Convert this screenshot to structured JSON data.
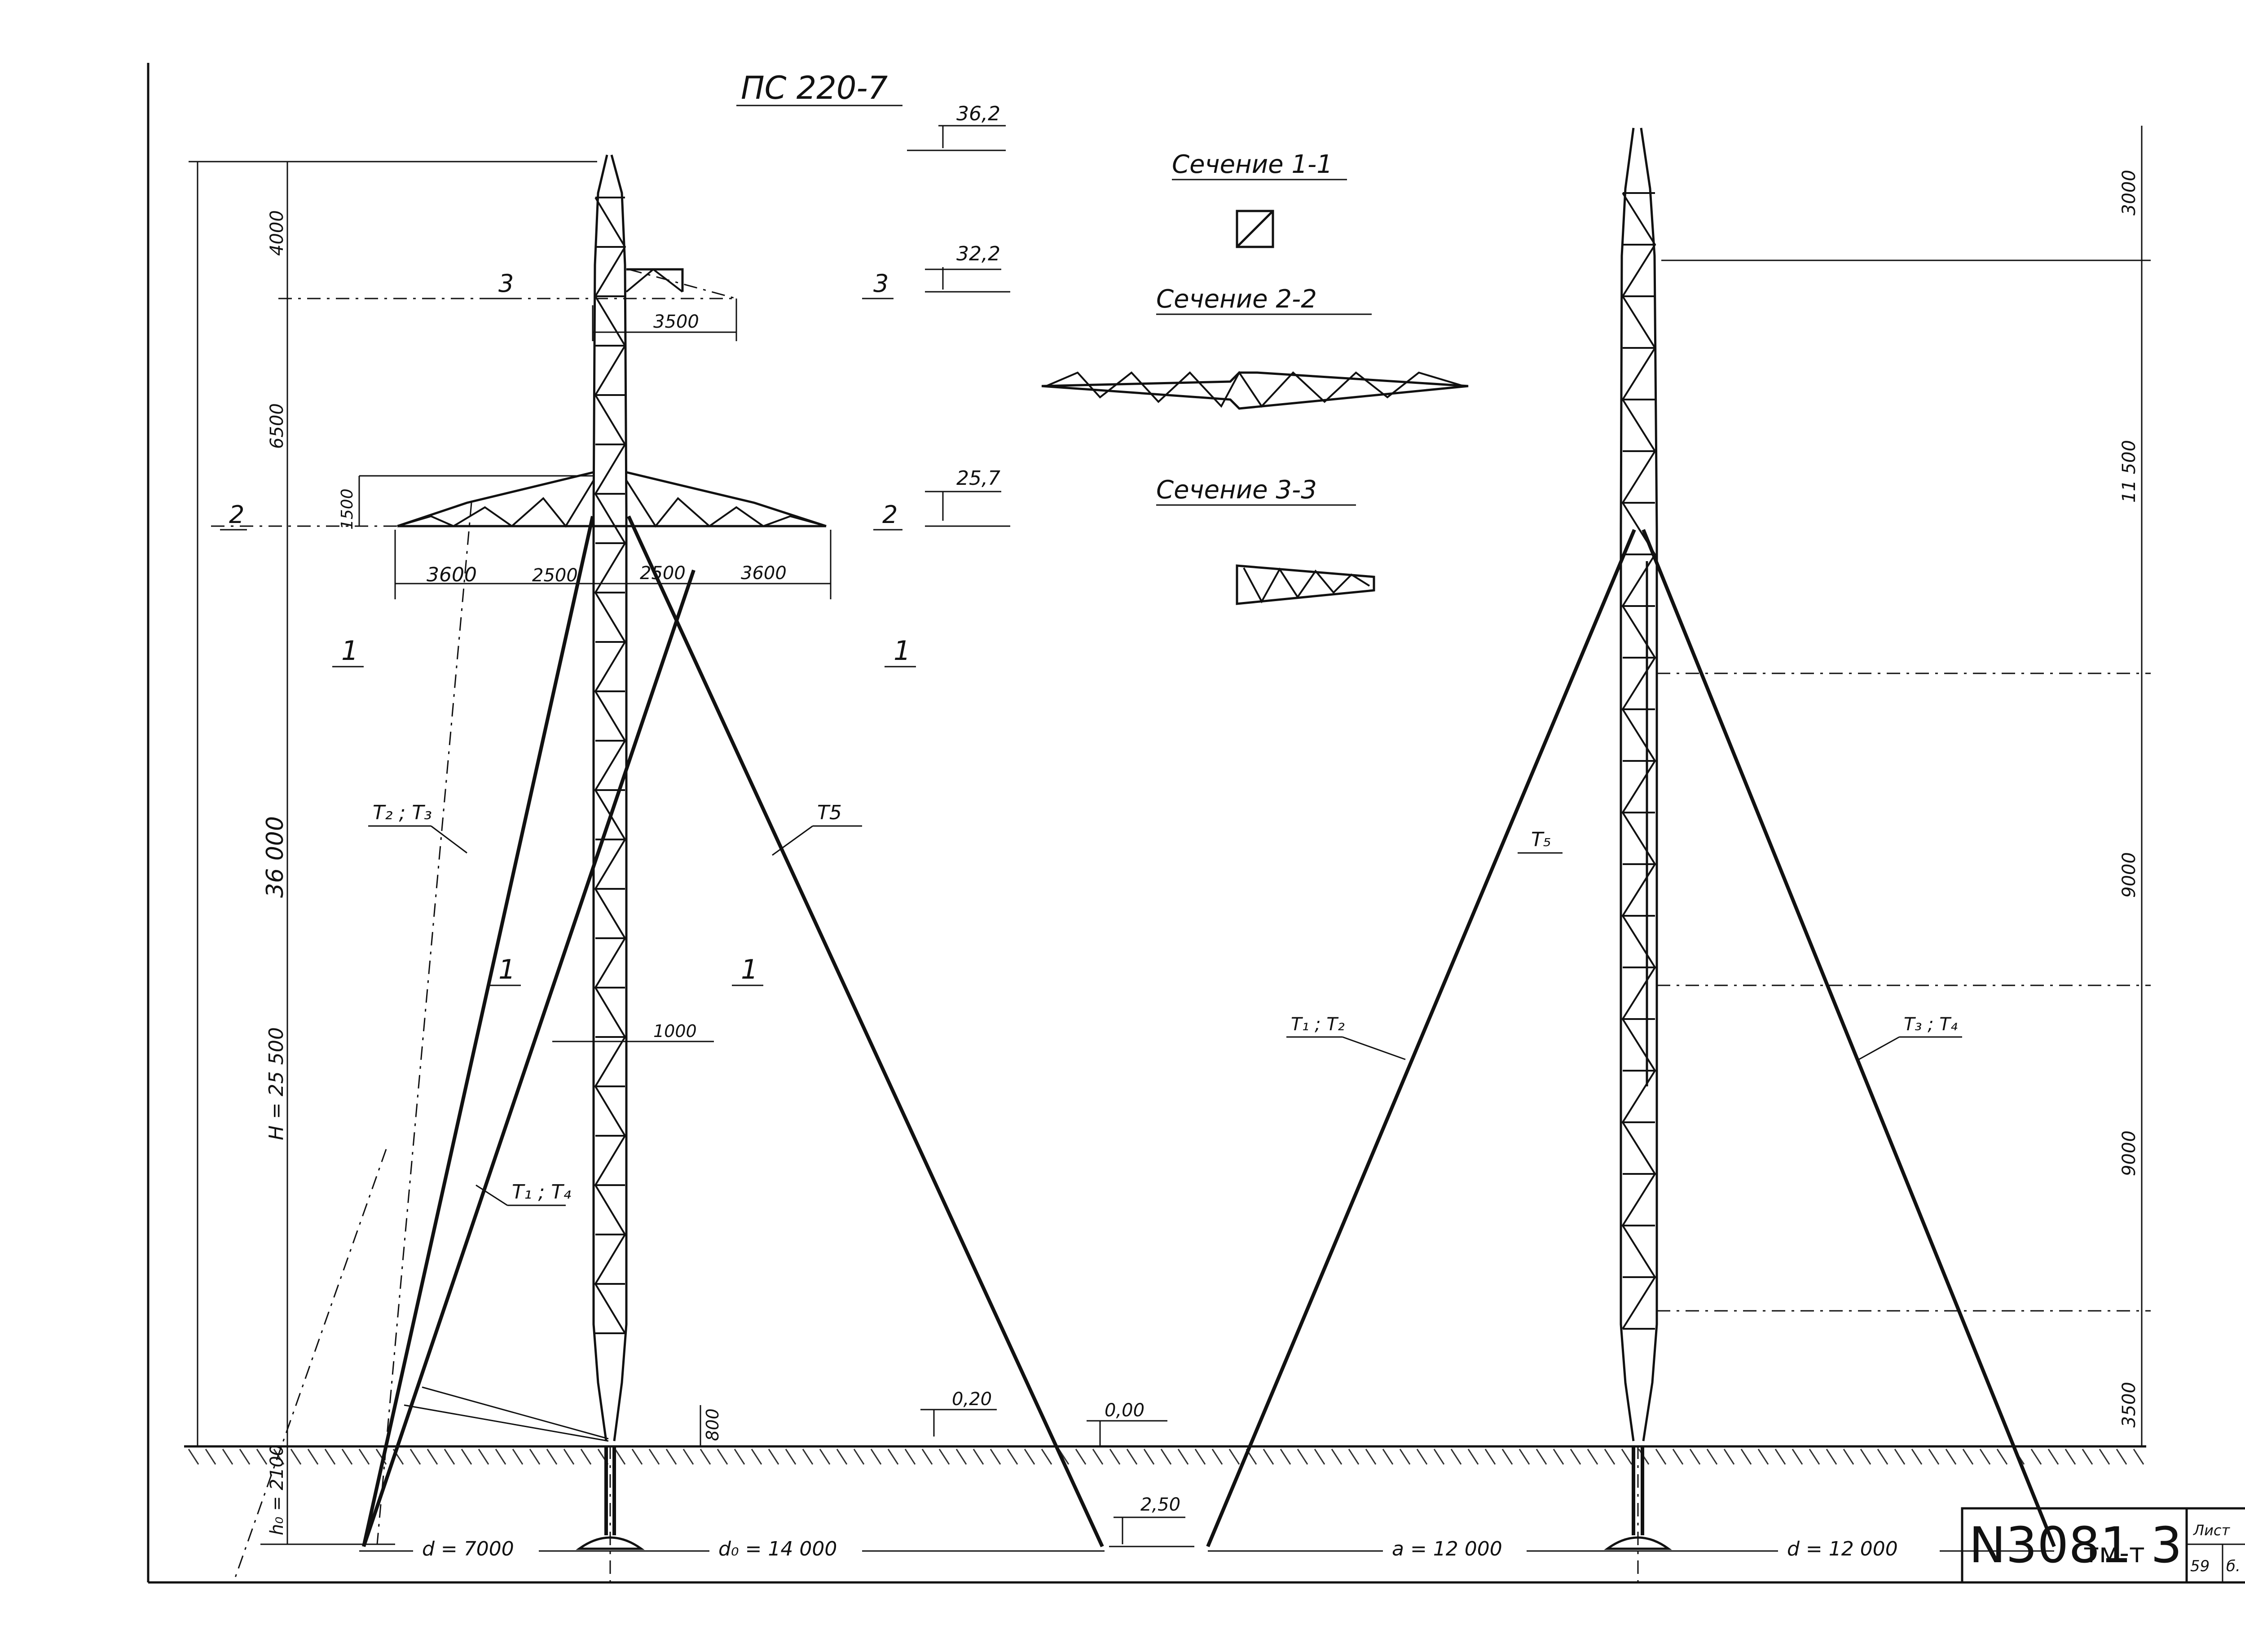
{
  "drawing": {
    "title": "ПС 220-7",
    "sections": {
      "s11": "Сечение 1-1",
      "s22": "Сечение 2-2",
      "s33": "Сечение 3-3"
    },
    "elevations": {
      "top": "36,2",
      "upper_arm": "32,2",
      "lower_arm": "25,7",
      "ground_left": "0,20",
      "ground_zero": "0,00",
      "anchor": "2,50"
    },
    "section_marks": {
      "three": "3",
      "two": "2",
      "one": "1"
    },
    "dims_left": {
      "total": "36 000",
      "h4000": "4000",
      "h6500": "6500",
      "h1500": "1500",
      "height": "H = 25 500",
      "foundation": "h₀ = 2100",
      "h800": "800"
    },
    "arm_dims": {
      "upper": "3500",
      "a3600_left": "3600",
      "a2500_left": "2500",
      "a2500_right": "2500",
      "a3600_right": "3600",
      "width1000": "1000"
    },
    "guys": {
      "t2t3": "T₂ ; T₃",
      "t5": "T5",
      "t1t4": "T₁ ; T₄",
      "t5_right": "T₅",
      "t1t2": "T₁ ; T₂",
      "t3t4": "T₃ ; T₄"
    },
    "base_dims": {
      "d7000": "d = 7000",
      "d14000": "d₀ = 14 000",
      "a12000": "a = 12 000",
      "d12000": "d = 12 000"
    },
    "dims_right": {
      "r3000": "3000",
      "r11500": "11 500",
      "r9000a": "9000",
      "r9000b": "9000",
      "r3500": "3500"
    },
    "stamp": {
      "number": "N3081",
      "code": "тм-т",
      "part": "3",
      "sheet_label": "Лист",
      "sheet_no": "59",
      "sheet_extra": "б."
    }
  }
}
